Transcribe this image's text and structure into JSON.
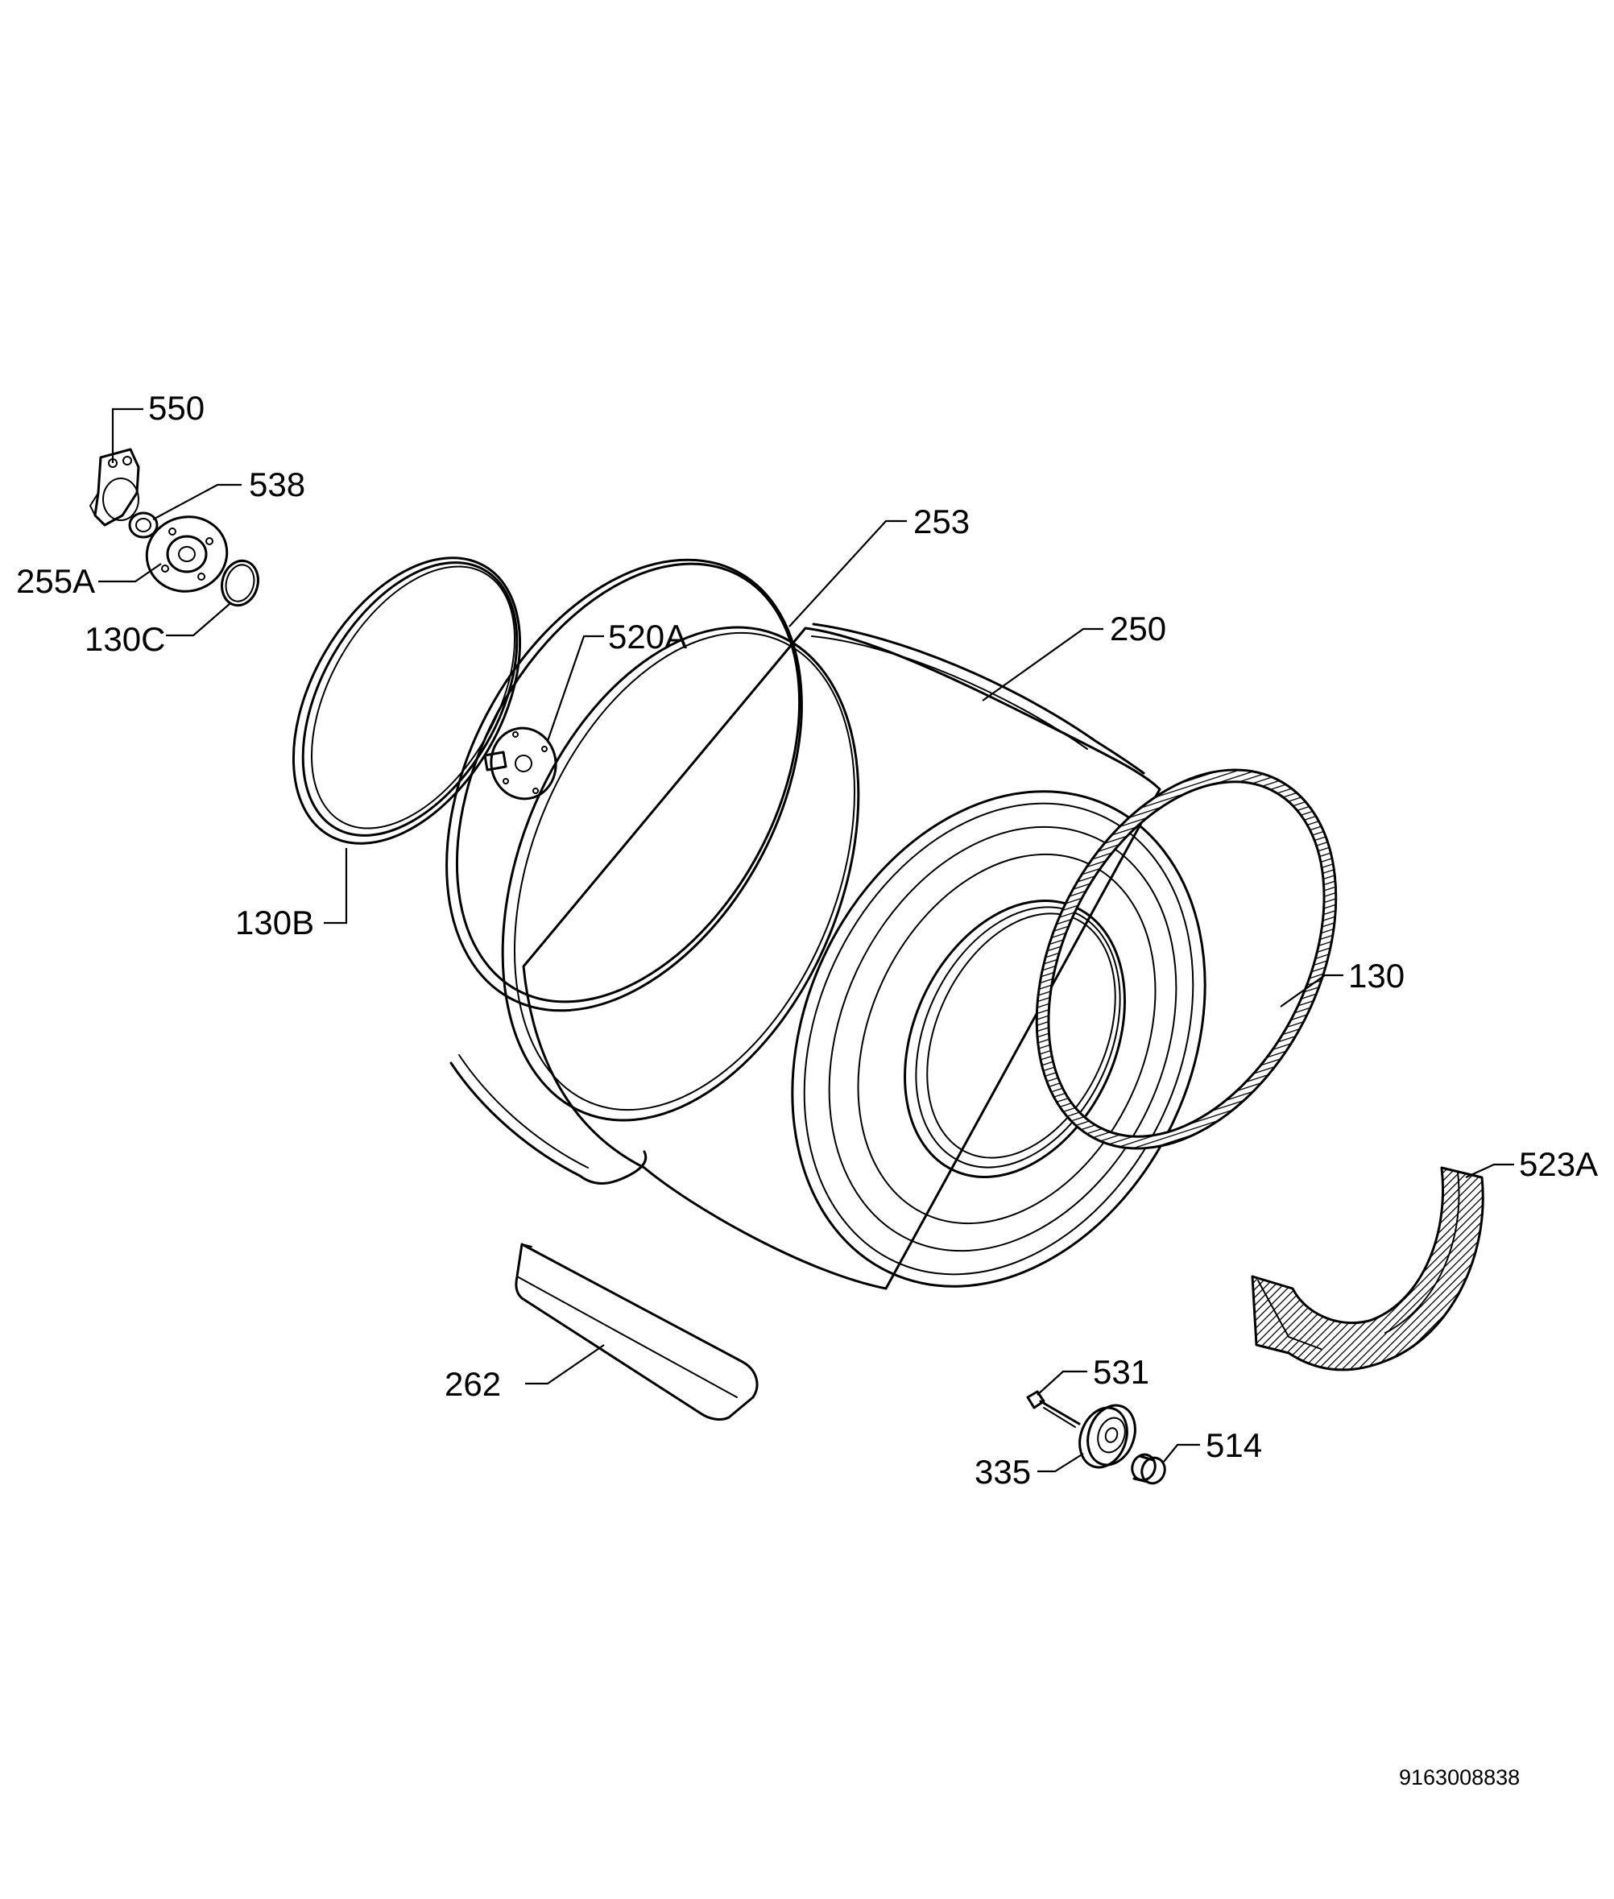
{
  "labels": {
    "p550": "550",
    "p538": "538",
    "p255A": "255A",
    "p130C": "130C",
    "p253": "253",
    "p520A": "520A",
    "p250": "250",
    "p130B": "130B",
    "p130": "130",
    "p523A": "523A",
    "p262": "262",
    "p531": "531",
    "p514": "514",
    "p335": "335"
  },
  "document_number": "9163008838"
}
